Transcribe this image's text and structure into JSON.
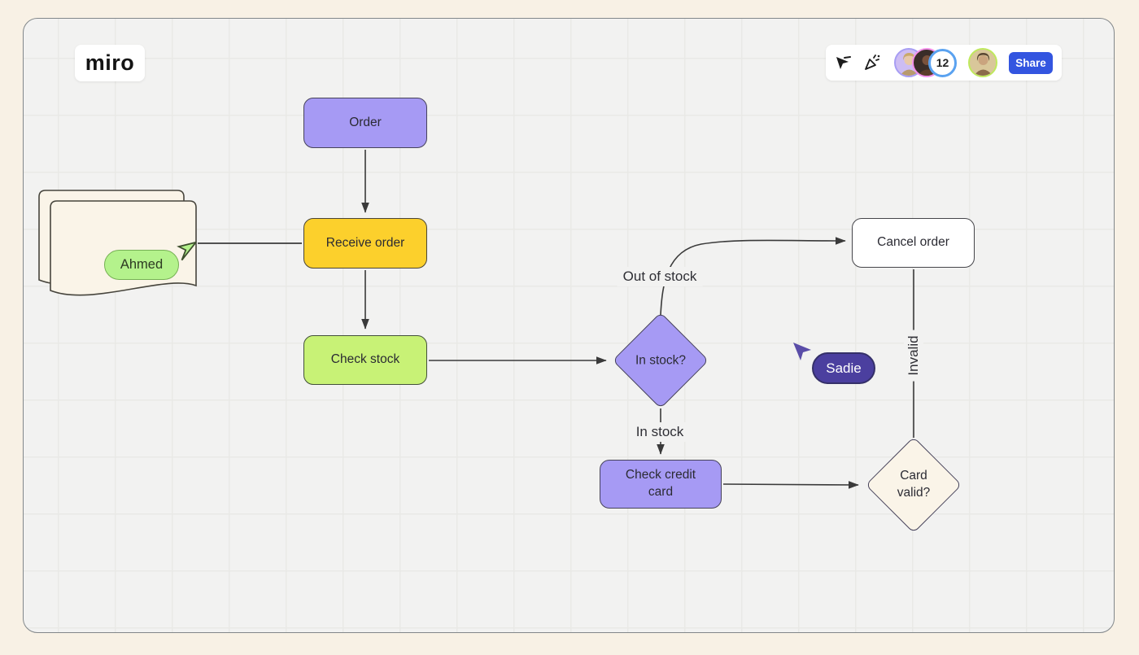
{
  "app": {
    "logo_text": "miro"
  },
  "topbar": {
    "icons": {
      "cursor_tool": "cursor-with-dash",
      "celebrate": "party-popper"
    },
    "avatars": [
      "collaborator-1",
      "collaborator-2",
      "collaborator-3"
    ],
    "collaborator_count": "12",
    "share_button": "Share"
  },
  "flowchart": {
    "nodes": {
      "order": "Order",
      "receive_order": "Receive order",
      "check_stock": "Check stock",
      "in_stock_question": "In stock?",
      "cancel_order": "Cancel order",
      "check_credit_card": "Check credit card",
      "card_valid_question": "Card valid?"
    },
    "edge_labels": {
      "out_of_stock": "Out of stock",
      "in_stock": "In stock",
      "invalid": "Invalid"
    }
  },
  "cursors": {
    "ahmed": "Ahmed",
    "sadie": "Sadie"
  },
  "colors": {
    "canvas_background": "#f2f2f1",
    "page_background": "#f8f1e5",
    "node_purple": "#a69af4",
    "node_yellow": "#fcd02c",
    "node_green": "#c8f276",
    "node_cream": "#faf4e8",
    "node_white": "#ffffff",
    "share_blue": "#3355e0",
    "sadie_purple": "#4b3f9f",
    "ahmed_green": "#b4f28c",
    "ring_purple": "#a79df3",
    "ring_pink": "#f490ea",
    "ring_blue": "#5aa2f0",
    "ring_green": "#bfe95e"
  }
}
